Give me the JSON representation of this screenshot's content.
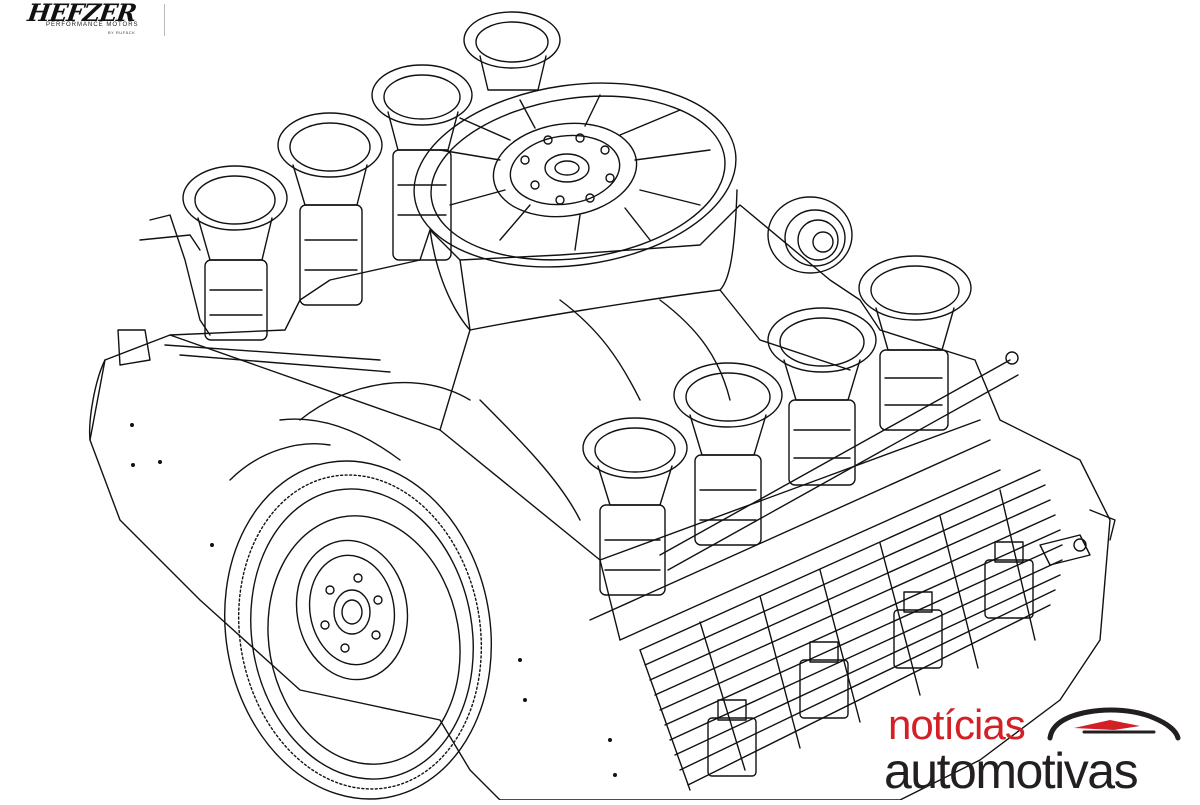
{
  "logo": {
    "name": "HEFZER",
    "tagline": "PERFORMANCE MOTORS",
    "byline": "BY RUFÄCK"
  },
  "watermark": {
    "line1": "notícias",
    "line2": "automotivas",
    "accent_color": "#d32027",
    "text_color": "#231f20"
  },
  "illustration": {
    "subject": "engine-line-drawing-icon"
  }
}
